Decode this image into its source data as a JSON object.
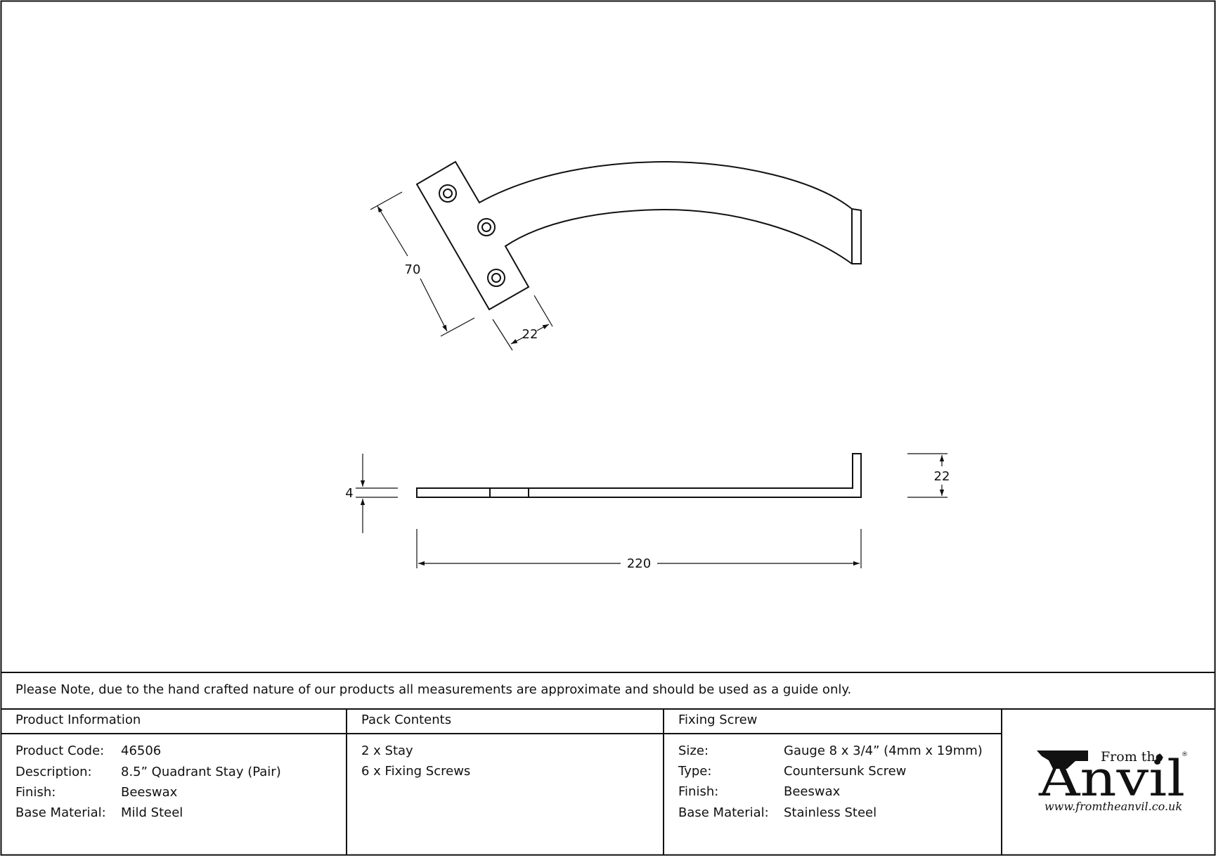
{
  "drawing": {
    "dim_length_70": "70",
    "dim_width_22": "22",
    "dim_thickness_4": "4",
    "dim_height_22": "22",
    "dim_overall_220": "220"
  },
  "note": "Please Note, due to the hand crafted nature of our products all measurements are approximate and should be used as a guide only.",
  "product_info": {
    "heading": "Product Information",
    "rows": [
      {
        "label": "Product Code:",
        "value": "46506"
      },
      {
        "label": "Description:",
        "value": "8.5” Quadrant Stay (Pair)"
      },
      {
        "label": "Finish:",
        "value": "Beeswax"
      },
      {
        "label": "Base Material:",
        "value": "Mild Steel"
      }
    ]
  },
  "pack_contents": {
    "heading": "Pack Contents",
    "items": [
      "2 x Stay",
      "6 x Fixing Screws"
    ]
  },
  "fixing_screw": {
    "heading": "Fixing Screw",
    "rows": [
      {
        "label": "Size:",
        "value": "Gauge 8 x 3/4” (4mm x 19mm)"
      },
      {
        "label": "Type:",
        "value": "Countersunk Screw"
      },
      {
        "label": "Finish:",
        "value": "Beeswax"
      },
      {
        "label": "Base Material:",
        "value": "Stainless Steel"
      }
    ]
  },
  "logo": {
    "from_the": "From the",
    "anvil": "Anvil",
    "url": "www.fromtheanvil.co.uk",
    "registered": "®"
  }
}
